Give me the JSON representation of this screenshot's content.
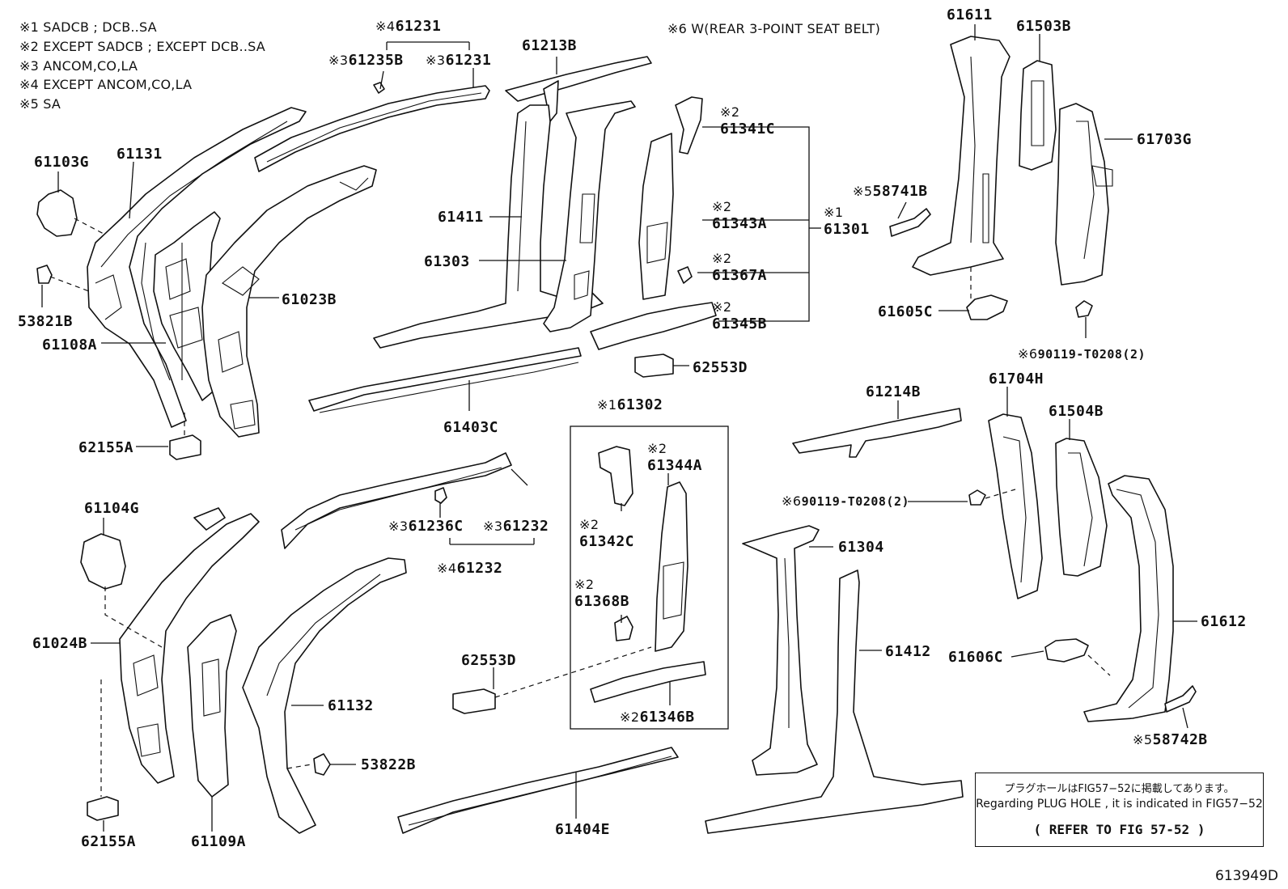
{
  "notes": [
    "※1 SADCB ; DCB..SA",
    "※2 EXCEPT SADCB ; EXCEPT DCB..SA",
    "※3 ANCOM,CO,LA",
    "※4 EXCEPT  ANCOM,CO,LA",
    "※5 SA"
  ],
  "note6": "※6 W(REAR 3-POINT SEAT BELT)",
  "labels": {
    "p61231a": {
      "mark": "※4",
      "code": "61231"
    },
    "p61235B": {
      "mark": "※3",
      "code": "61235B"
    },
    "p61231b": {
      "mark": "※3",
      "code": "61231"
    },
    "p61213B": {
      "mark": "",
      "code": "61213B"
    },
    "p61611": {
      "mark": "",
      "code": "61611"
    },
    "p61503B": {
      "mark": "",
      "code": "61503B"
    },
    "p61103G": {
      "mark": "",
      "code": "61103G"
    },
    "p61131": {
      "mark": "",
      "code": "61131"
    },
    "p61341C": {
      "mark": "※2",
      "code": "61341C"
    },
    "p61703G": {
      "mark": "",
      "code": "61703G"
    },
    "p58741B": {
      "mark": "※5",
      "code": "58741B"
    },
    "p61411": {
      "mark": "",
      "code": "61411"
    },
    "p61343A": {
      "mark": "※2",
      "code": "61343A"
    },
    "p61301": {
      "mark": "※1",
      "code": "61301"
    },
    "p61303": {
      "mark": "",
      "code": "61303"
    },
    "p61367A": {
      "mark": "※2",
      "code": "61367A"
    },
    "p53821B": {
      "mark": "",
      "code": "53821B"
    },
    "p61023B": {
      "mark": "",
      "code": "61023B"
    },
    "p61605C": {
      "mark": "",
      "code": "61605C"
    },
    "p61345B": {
      "mark": "※2",
      "code": "61345B"
    },
    "p61108A": {
      "mark": "",
      "code": "61108A"
    },
    "p90119a": {
      "mark": "※6",
      "code": "90119-T0208(2)"
    },
    "p62553Da": {
      "mark": "",
      "code": "62553D"
    },
    "p61214B": {
      "mark": "",
      "code": "61214B"
    },
    "p61704H": {
      "mark": "",
      "code": "61704H"
    },
    "p61302": {
      "mark": "※1",
      "code": "61302"
    },
    "p61403C": {
      "mark": "",
      "code": "61403C"
    },
    "p61504B": {
      "mark": "",
      "code": "61504B"
    },
    "p62155Aa": {
      "mark": "",
      "code": "62155A"
    },
    "p61344A": {
      "mark": "※2",
      "code": "61344A"
    },
    "p90119b": {
      "mark": "※6",
      "code": "90119-T0208(2)"
    },
    "p61104G": {
      "mark": "",
      "code": "61104G"
    },
    "p61236C": {
      "mark": "※3",
      "code": "61236C"
    },
    "p61232a": {
      "mark": "※3",
      "code": "61232"
    },
    "p61342C": {
      "mark": "※2",
      "code": "61342C"
    },
    "p61304": {
      "mark": "",
      "code": "61304"
    },
    "p61232b": {
      "mark": "※4",
      "code": "61232"
    },
    "p61368B": {
      "mark": "※2",
      "code": "61368B"
    },
    "p61024B": {
      "mark": "",
      "code": "61024B"
    },
    "p61612": {
      "mark": "",
      "code": "61612"
    },
    "p61412": {
      "mark": "",
      "code": "61412"
    },
    "p61606C": {
      "mark": "",
      "code": "61606C"
    },
    "p62553Db": {
      "mark": "",
      "code": "62553D"
    },
    "p61132": {
      "mark": "",
      "code": "61132"
    },
    "p61346B": {
      "mark": "※2",
      "code": "61346B"
    },
    "p58742B": {
      "mark": "※5",
      "code": "58742B"
    },
    "p53822B": {
      "mark": "",
      "code": "53822B"
    },
    "p62155Ab": {
      "mark": "",
      "code": "62155A"
    },
    "p61109A": {
      "mark": "",
      "code": "61109A"
    },
    "p61404E": {
      "mark": "",
      "code": "61404E"
    }
  },
  "refbox": {
    "jp": "プラグホールはFIG57−52に掲載してあります。",
    "en": "Regarding PLUG HOLE , it is indicated in FIG57−52",
    "ref": "( REFER TO FIG 57-52 )"
  },
  "figure_id": "613949D"
}
